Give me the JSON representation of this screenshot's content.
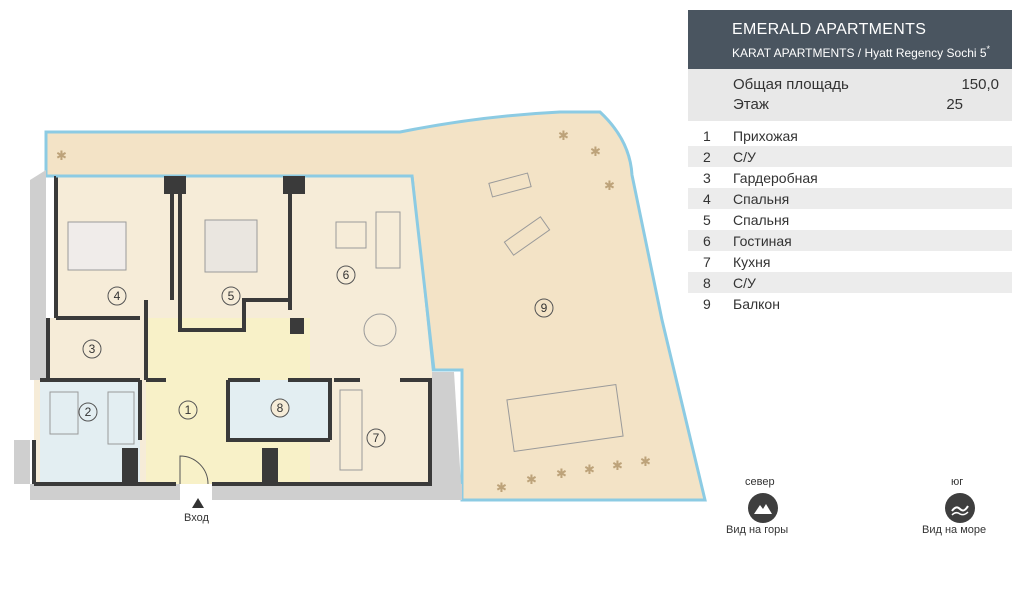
{
  "header": {
    "title": "EMERALD APARTMENTS",
    "subtitle": "KARAT APARTMENTS / Hyatt Regency Sochi 5",
    "subtitle_sup": "*"
  },
  "summary": {
    "area_label": "Общая площадь",
    "area_value": "150,0",
    "floor_label": "Этаж",
    "floor_value": "25"
  },
  "rooms": [
    {
      "n": "1",
      "label": "Прихожая"
    },
    {
      "n": "2",
      "label": "С/У"
    },
    {
      "n": "3",
      "label": "Гардеробная"
    },
    {
      "n": "4",
      "label": "Спальня"
    },
    {
      "n": "5",
      "label": "Спальня"
    },
    {
      "n": "6",
      "label": "Гостиная"
    },
    {
      "n": "7",
      "label": "Кухня"
    },
    {
      "n": "8",
      "label": "С/У"
    },
    {
      "n": "9",
      "label": "Балкон"
    }
  ],
  "plan": {
    "entry_label": "Вход",
    "room_markers": [
      "1",
      "2",
      "3",
      "4",
      "5",
      "6",
      "7",
      "8",
      "9"
    ]
  },
  "views": {
    "north_label": "север",
    "north_caption": "Вид на горы",
    "south_label": "юг",
    "south_caption": "Вид на море"
  },
  "colors": {
    "header_bg": "#4a5560",
    "balcony": "#f3e3c6",
    "room_floor": "#f6ecd8",
    "hall_floor": "#f8f1c8",
    "wall": "#3a3a3a",
    "highlight_green": "#1f8a6a"
  }
}
